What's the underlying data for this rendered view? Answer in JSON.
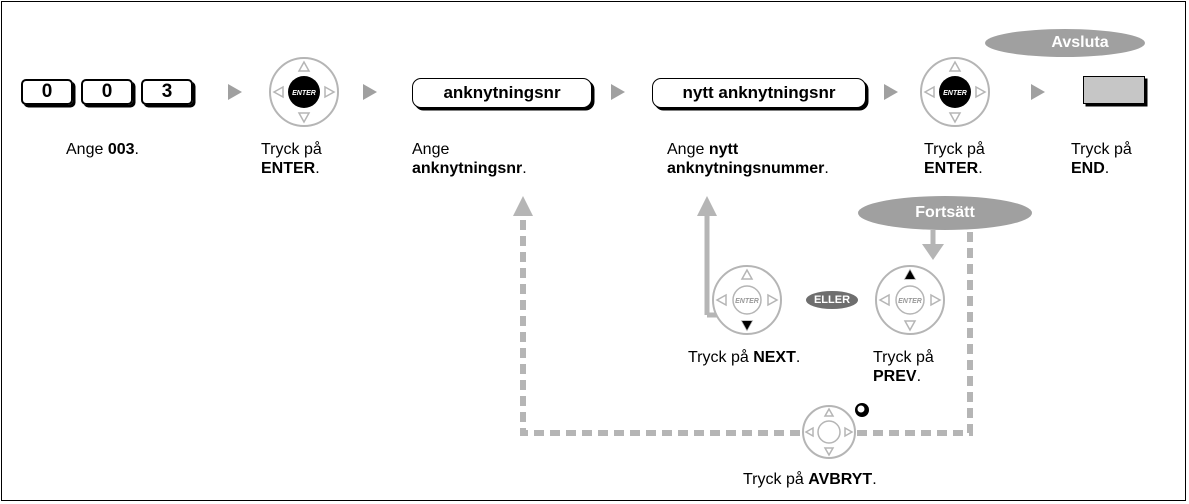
{
  "keys": {
    "digits": [
      "0",
      "0",
      "3"
    ],
    "enter_label": "ENTER",
    "entry_placeholder": "anknytningsnr",
    "new_entry_placeholder": "nytt anknytningsnr"
  },
  "ovals": {
    "quit": "Avsluta",
    "continue": "Fortsätt",
    "or": "ELLER"
  },
  "steps": {
    "s1_pre": "Ange ",
    "s1_bold": "003",
    "s1_post": ".",
    "s2_line1": "Tryck på",
    "s2_bold": "ENTER",
    "s2_post": ".",
    "s3_line1": "Ange",
    "s3_bold": "anknytningsnr",
    "s3_post": ".",
    "s4_pre": "Ange ",
    "s4_bold1": "nytt",
    "s4_bold2": "anknytningsnummer",
    "s4_post": ".",
    "s5_line1": "Tryck på",
    "s5_bold": "ENTER",
    "s5_post": ".",
    "s6_line1": "Tryck på",
    "s6_bold": "END",
    "s6_post": "."
  },
  "nav": {
    "next_pre": "Tryck på ",
    "next_bold": "NEXT",
    "next_post": ".",
    "prev_line1": "Tryck på",
    "prev_bold": "PREV",
    "prev_post": ".",
    "cancel_pre": "Tryck på ",
    "cancel_bold": "AVBRYT",
    "cancel_post": "."
  },
  "colors": {
    "gray": "#a0a0a0",
    "dark_gray": "#6e6e6e",
    "light_gray": "#b5b5b5",
    "key_face": "#c6c6c6"
  }
}
